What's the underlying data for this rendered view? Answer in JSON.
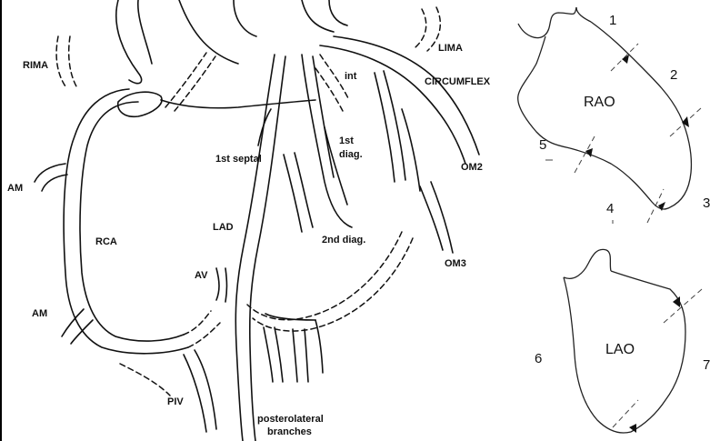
{
  "coronary_labels": {
    "rima": "RIMA",
    "lima": "LIMA",
    "int": "int",
    "circumflex": "CIRCUMFLEX",
    "first_diag_line1": "1st",
    "first_diag_line2": "diag.",
    "first_septal": "1st septal",
    "om2": "OM2",
    "am_top": "AM",
    "rca": "RCA",
    "lad": "LAD",
    "second_diag": "2nd diag.",
    "om3": "OM3",
    "av": "AV",
    "am_bottom": "AM",
    "piv": "PIV",
    "posterolateral_line1": "posterolateral",
    "posterolateral_line2": "branches"
  },
  "rao_view": {
    "title": "RAO",
    "segments": [
      "1",
      "2",
      "3",
      "4",
      "5"
    ]
  },
  "lao_view": {
    "title": "LAO",
    "segments": [
      "6",
      "7"
    ]
  }
}
